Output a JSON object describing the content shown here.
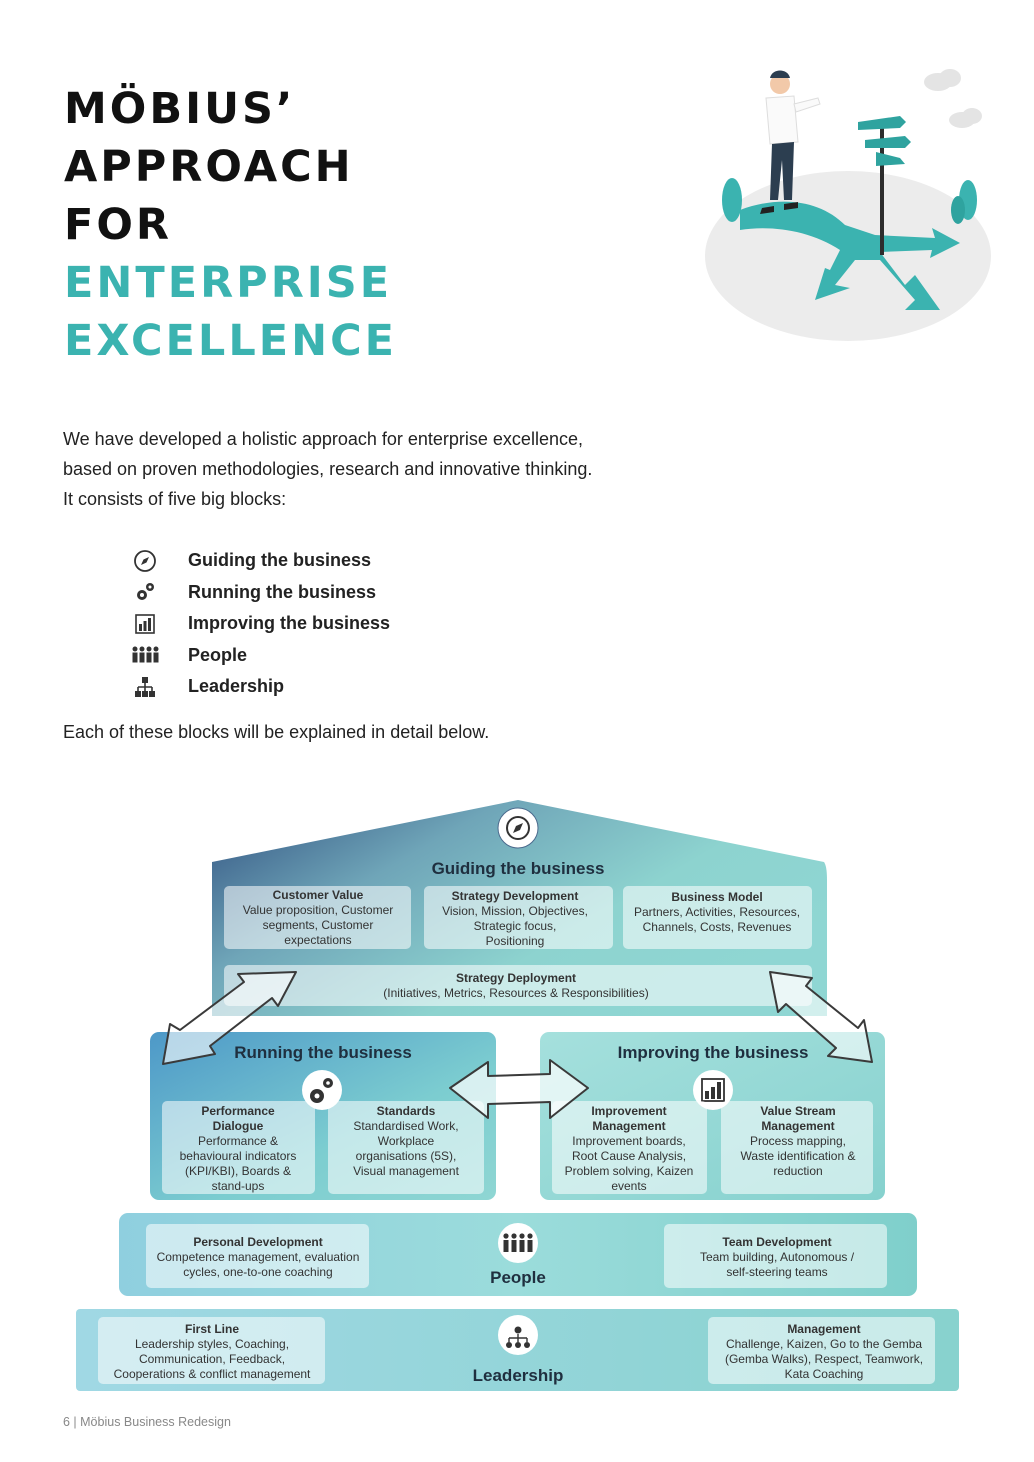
{
  "title": {
    "line1": "MÖBIUS’",
    "line2": "APPROACH",
    "line3": "FOR",
    "line4": "ENTERPRISE",
    "line5": "EXCELLENCE"
  },
  "intro": {
    "line1": "We have developed a holistic approach for enterprise excellence,",
    "line2": "based on proven methodologies, research and innovative thinking.",
    "line3": "It consists of five big blocks:"
  },
  "blocks": [
    {
      "icon": "compass-icon",
      "label": "Guiding the business"
    },
    {
      "icon": "gears-icon",
      "label": "Running the business"
    },
    {
      "icon": "bar-chart-icon",
      "label": "Improving the business"
    },
    {
      "icon": "people-icon",
      "label": "People"
    },
    {
      "icon": "org-chart-icon",
      "label": "Leadership"
    }
  ],
  "outro": "Each of these blocks will be explained in detail below.",
  "diagram": {
    "guiding": {
      "title": "Guiding the business",
      "customer_value": {
        "head": "Customer Value",
        "l1": "Value proposition, Customer",
        "l2": "segments, Customer",
        "l3": "expectations"
      },
      "strategy_dev": {
        "head": "Strategy Development",
        "l1": "Vision, Mission, Objectives,",
        "l2": "Strategic focus,",
        "l3": "Positioning"
      },
      "business_model": {
        "head": "Business Model",
        "l1": "Partners, Activities, Resources,",
        "l2": "Channels, Costs, Revenues"
      },
      "deployment": {
        "head": "Strategy Deployment",
        "l1": "(Initiatives, Metrics, Resources & Responsibilities)"
      }
    },
    "running": {
      "title": "Running the business",
      "perf": {
        "h1": "Performance",
        "h2": "Dialogue",
        "l1": "Performance &",
        "l2": "behavioural indicators",
        "l3": "(KPI/KBI), Boards &",
        "l4": "stand-ups"
      },
      "standards": {
        "head": "Standards",
        "l1": "Standardised Work,",
        "l2": "Workplace",
        "l3": "organisations (5S),",
        "l4": "Visual management"
      }
    },
    "improving": {
      "title": "Improving the business",
      "improvement": {
        "h1": "Improvement",
        "h2": "Management",
        "l1": "Improvement boards,",
        "l2": "Root Cause Analysis,",
        "l3": "Problem solving, Kaizen",
        "l4": "events"
      },
      "vsm": {
        "h1": "Value Stream",
        "h2": "Management",
        "l1": "Process mapping,",
        "l2": "Waste identification &",
        "l3": "reduction"
      }
    },
    "people": {
      "title": "People",
      "personal": {
        "head": "Personal Development",
        "l1": "Competence management, evaluation",
        "l2": "cycles, one-to-one coaching"
      },
      "team": {
        "head": "Team Development",
        "l1": "Team building, Autonomous /",
        "l2": "self-steering teams"
      }
    },
    "leadership": {
      "title": "Leadership",
      "first_line": {
        "head": "First Line",
        "l1": "Leadership styles, Coaching,",
        "l2": "Communication, Feedback,",
        "l3": "Cooperations & conflict management"
      },
      "management": {
        "head": "Management",
        "l1": "Challenge, Kaizen, Go to the Gemba",
        "l2": "(Gemba Walks), Respect, Teamwork,",
        "l3": "Kata Coaching"
      }
    }
  },
  "footer": "6 | Möbius Business Redesign",
  "colors": {
    "accent": "#3bb3b0",
    "teal_light": "#8fd6d3",
    "navy": "#2f4f7f"
  }
}
